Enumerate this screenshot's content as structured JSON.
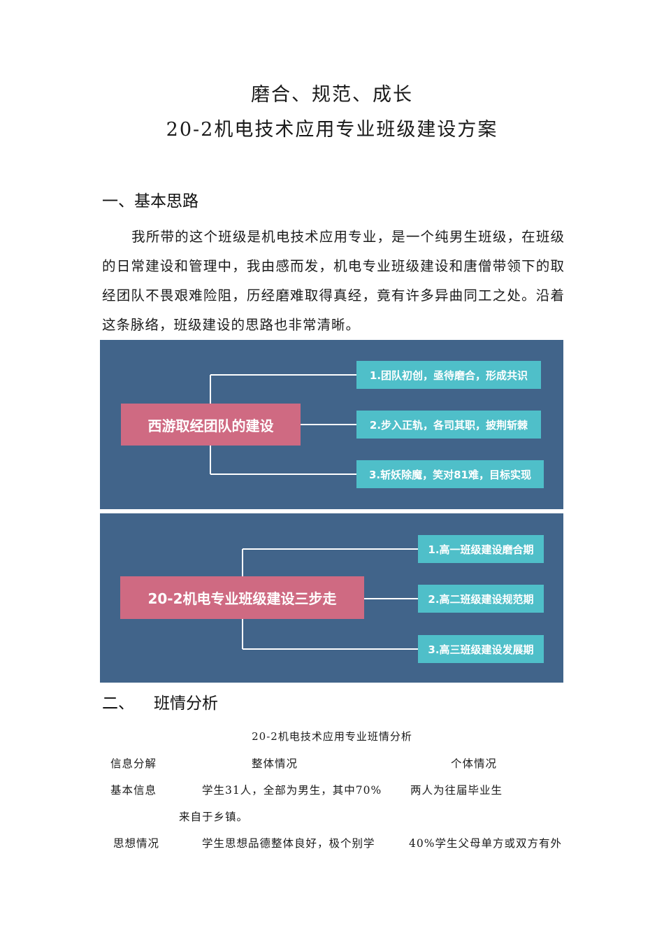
{
  "document": {
    "title_line1": "磨合、规范、成长",
    "title_line2": "20-2机电技术应用专业班级建设方案"
  },
  "section1": {
    "heading": "一、基本思路",
    "paragraph": "我所带的这个班级是机电技术应用专业，是一个纯男生班级，在班级的日常建设和管理中，我由感而发，机电专业班级建设和唐僧带领下的取经团队不畏艰难险阻，历经磨难取得真经，竟有许多异曲同工之处。沿着这条脉络，班级建设的思路也非常清晰。"
  },
  "diagram1": {
    "root": "西游取经团队的建设",
    "branches": [
      "1.团队初创，亟待磨合，形成共识",
      "2.步入正轨，各司其职，披荆斩棘",
      "3.斩妖除魔，笑对81难，目标实现"
    ]
  },
  "diagram2": {
    "root": "20-2机电专业班级建设三步走",
    "branches": [
      "1.高一班级建设磨合期",
      "2.高二班级建设规范期",
      "3.高三班级建设发展期"
    ]
  },
  "section2": {
    "heading_num": "二、",
    "heading_text": "班情分析",
    "table_caption": "20-2机电技术应用专业班情分析",
    "headers": [
      "信息分解",
      "整体情况",
      "个体情况"
    ],
    "rows": [
      {
        "label": "基本信息",
        "overall_l1": "学生31人，全部为男生，其中70%",
        "overall_l2": "来自于乡镇。",
        "individual": "两人为往届毕业生"
      },
      {
        "label": "思想情况",
        "overall_l1": "学生思想品德整体良好，极个别学",
        "individual": "40%学生父母单方或双方有外"
      }
    ]
  },
  "colors": {
    "diagram_bg": "#41648a",
    "root_box": "#cf6a82",
    "branch_box": "#4fbfc9"
  }
}
